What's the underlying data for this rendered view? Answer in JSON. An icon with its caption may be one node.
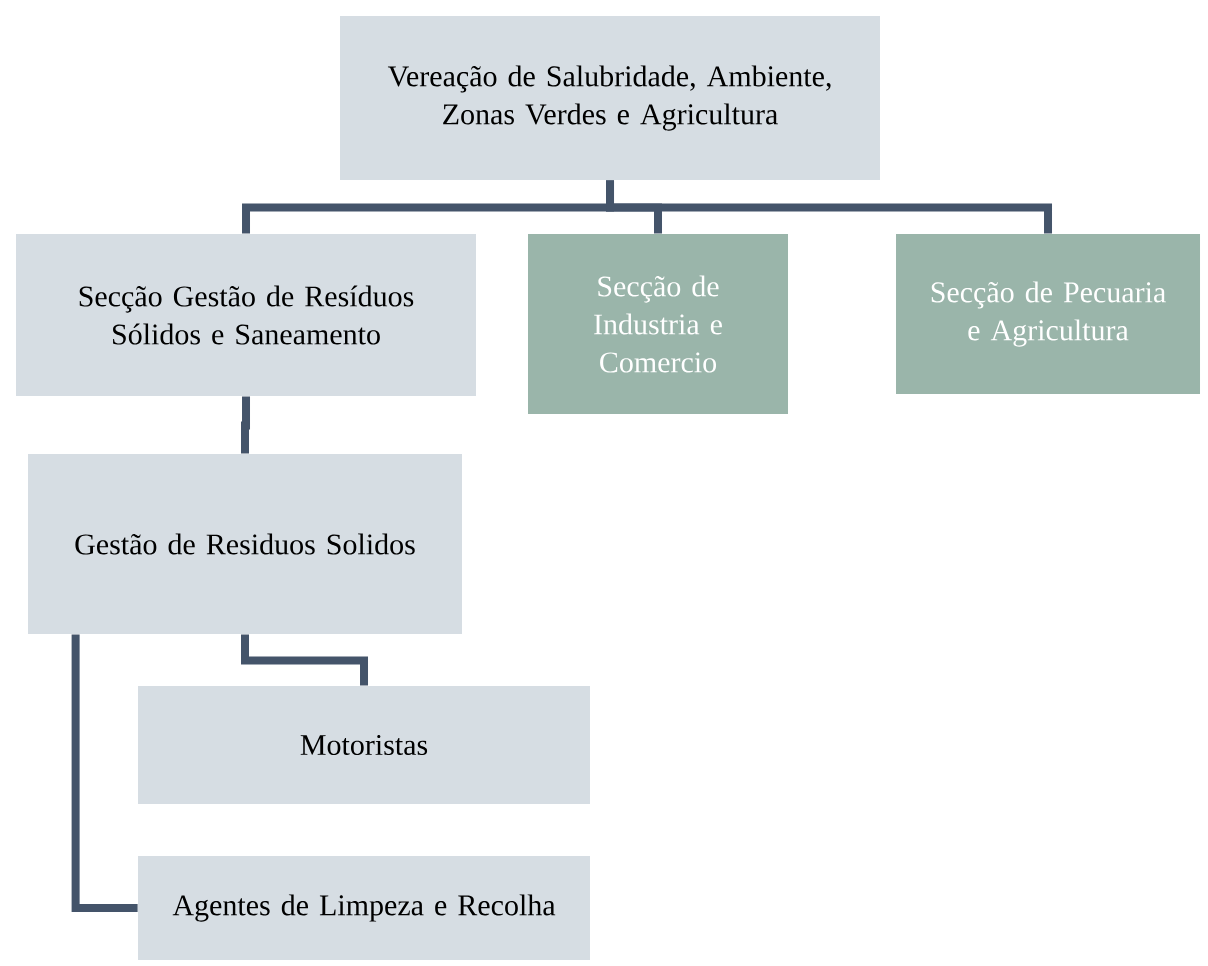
{
  "diagram": {
    "nodes": [
      {
        "text": [
          "Vereação de Salubridade, Ambiente, Zonas Verdes e Agricultura"
        ]
      },
      {
        "text": [
          "Secção Gestão de Resíduos Sólidos e Saneamento"
        ]
      },
      {
        "text": [
          "Secção de Industria e Comercio"
        ]
      },
      {
        "text": [
          "Secção de Pecuaria e Agricultura"
        ]
      },
      {
        "text": [
          "Gestão de Residuos Solidos"
        ]
      },
      {
        "text": [
          "Motoristas"
        ]
      },
      {
        "text": [
          "Agentes de Limpeza e Recolha"
        ]
      }
    ],
    "edges": [
      {
        "from": 0,
        "to": 1,
        "arrow": "none"
      },
      {
        "from": 0,
        "to": 2,
        "arrow": "none"
      },
      {
        "from": 0,
        "to": 3,
        "arrow": "none"
      },
      {
        "from": 1,
        "to": 4,
        "arrow": "none"
      },
      {
        "from": 4,
        "to": 5,
        "arrow": "none"
      },
      {
        "from": 4,
        "to": 6,
        "arrow": "none"
      }
    ]
  }
}
